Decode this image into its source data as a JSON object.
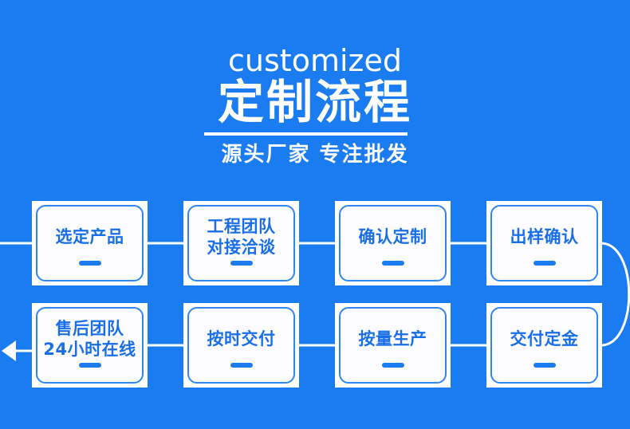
{
  "theme": {
    "background": "#1a7cf0",
    "card_bg": "#ffffff",
    "card_inner_bg": "#fdfdff",
    "card_border": "#2f86f5",
    "text_on_blue": "#ffffff",
    "text_in_card": "#1a6fe8",
    "connector": "#ffffff"
  },
  "header": {
    "title_en": "customized",
    "title_cn": "定制流程",
    "subtitle": "源头厂家  专注批发"
  },
  "flow": {
    "row1": [
      {
        "label": "选定产品"
      },
      {
        "label": "工程团队\n对接洽谈"
      },
      {
        "label": "确认定制"
      },
      {
        "label": "出样确认"
      }
    ],
    "row2": [
      {
        "label": "售后团队\n24小时在线"
      },
      {
        "label": "按时交付"
      },
      {
        "label": "按量生产"
      },
      {
        "label": "交付定金"
      }
    ],
    "connectors": {
      "entry": "line-in-left",
      "exit": "arrow-out-left",
      "wrap": "curve-right-down"
    }
  }
}
